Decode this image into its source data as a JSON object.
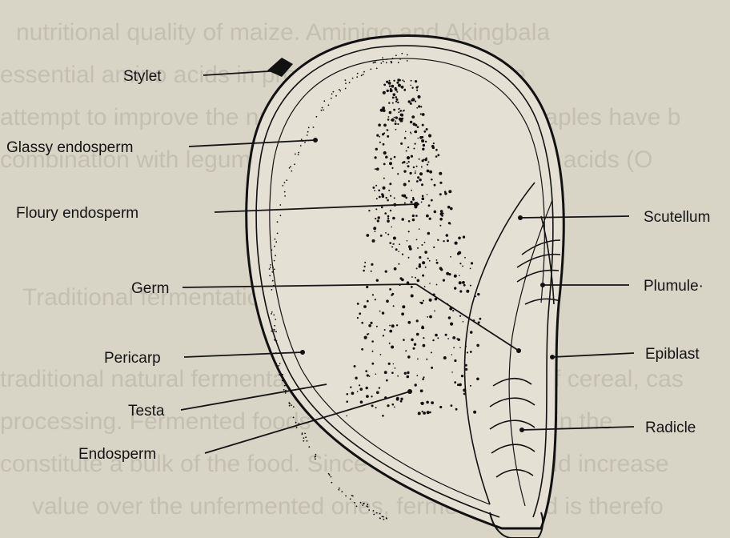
{
  "figure": {
    "labels": {
      "stylet": "Stylet",
      "glassy_endosperm": "Glassy endosperm",
      "floury_endosperm": "Floury endosperm",
      "germ": "Germ",
      "pericarp": "Pericarp",
      "testa": "Testa",
      "endosperm": "Endosperm",
      "scutellum": "Scutellum",
      "plumule": "Plumule·",
      "epiblast": "Epiblast",
      "radicle": "Radicle"
    }
  },
  "background_text": {
    "lines": [
      "nutritional quality of maize. Aminigo and Akingbala",
      "essential amino acids in protein and have high pe",
      "attempt to improve the nutritional status of cereal staples have b",
      "combination with legumes to provide deficient amino acids (O",
      "Traditional fermentation of cereals",
      "traditional natural fermentation is a prolonged step of cereal, cas",
      "processing. Fermented foods are largely consumed in the",
      "constitute a bulk of the food. Since fermentation could increase",
      "value over the unfermented ones, fermented food is therefo"
    ]
  }
}
